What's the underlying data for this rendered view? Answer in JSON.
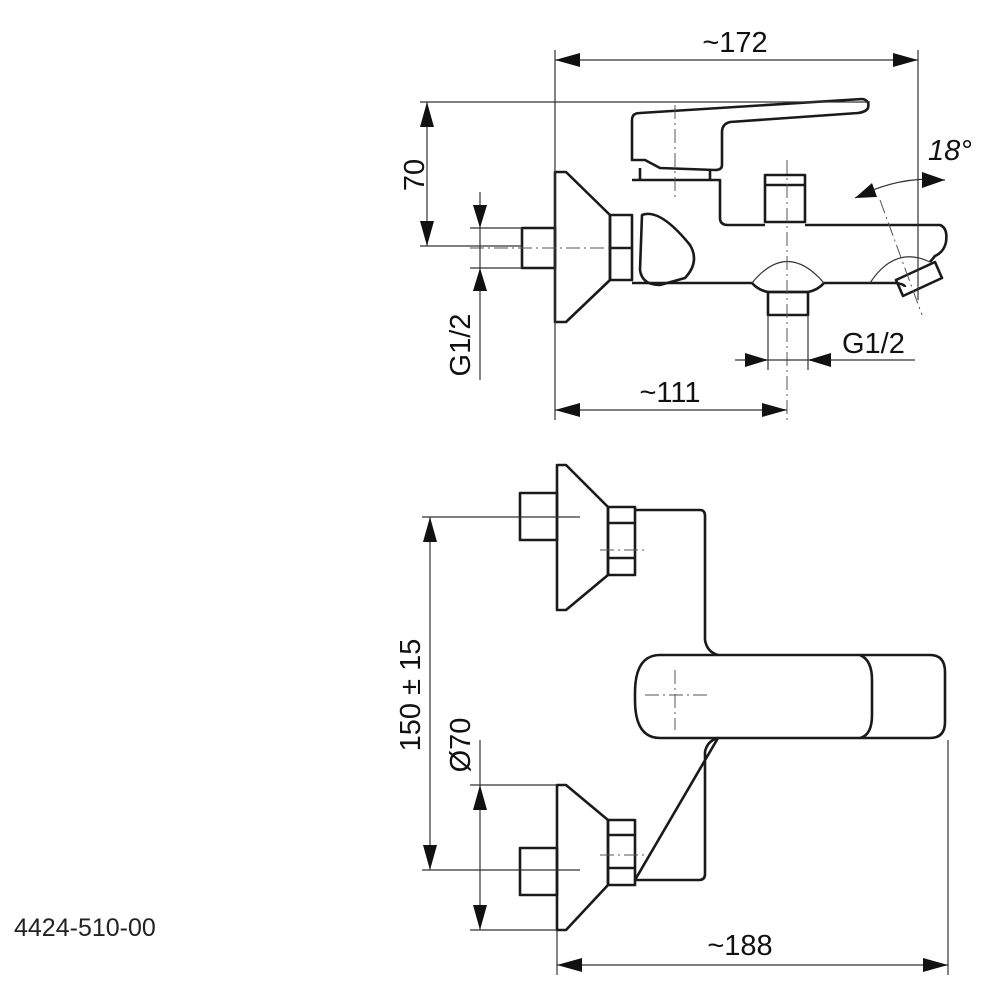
{
  "part_number": "4424-510-00",
  "side_view": {
    "dim_overall_length": "~172",
    "dim_height": "70",
    "dim_inlet_thread": "G1/2",
    "dim_outlet_thread": "G1/2",
    "dim_outlet_offset": "~111",
    "dim_spout_angle": "18°"
  },
  "top_view": {
    "dim_center_distance": "150 ± 15",
    "dim_escutcheon_diameter": "Ø70",
    "dim_overall_depth": "~188"
  }
}
